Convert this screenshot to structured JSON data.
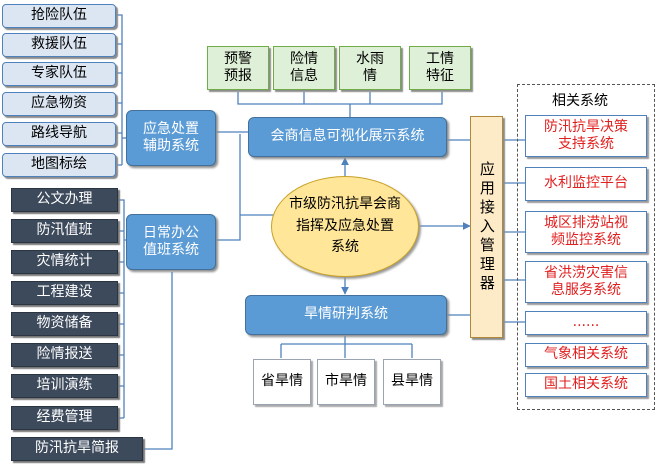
{
  "left_top": {
    "items": [
      "抢险队伍",
      "救援队伍",
      "专家队伍",
      "应急物资",
      "路线导航",
      "地图标绘"
    ],
    "hub": "应急处置\n辅助系统"
  },
  "left_bottom": {
    "items": [
      "公文办理",
      "防汛值班",
      "灾情统计",
      "工程建设",
      "物资储备",
      "险情报送",
      "培训演练",
      "经费管理"
    ],
    "hub": "日常办公\n值班系统",
    "extra": "防汛抗旱简报"
  },
  "top": {
    "items": [
      "预警\n预报",
      "险情\n信息",
      "水雨\n情",
      "工情\n特征"
    ],
    "hub": "会商信息可视化展示系统"
  },
  "center": "市级防汛抗旱会商\n指挥及应急处置\n系统",
  "bottom": {
    "hub": "旱情研判系统",
    "items": [
      "省旱情",
      "市旱情",
      "县旱情"
    ]
  },
  "gateway": "应用接入管理器",
  "related": {
    "title": "相关系统",
    "items": [
      "防汛抗旱决策\n支持系统",
      "水利监控平台",
      "城区排涝站视\n频监控系统",
      "省洪涝灾害信\n息服务系统",
      "......",
      "气象相关系统",
      "国土相关系统"
    ]
  },
  "colors": {
    "line": "#4f81bd",
    "dark_box": "#3d4a5c",
    "mid_box": "#5b9bd5",
    "light_box": "#dce6f2",
    "green_box": "#dff0d8",
    "ellipse": "#ffe699",
    "red_text": "#e02020"
  }
}
